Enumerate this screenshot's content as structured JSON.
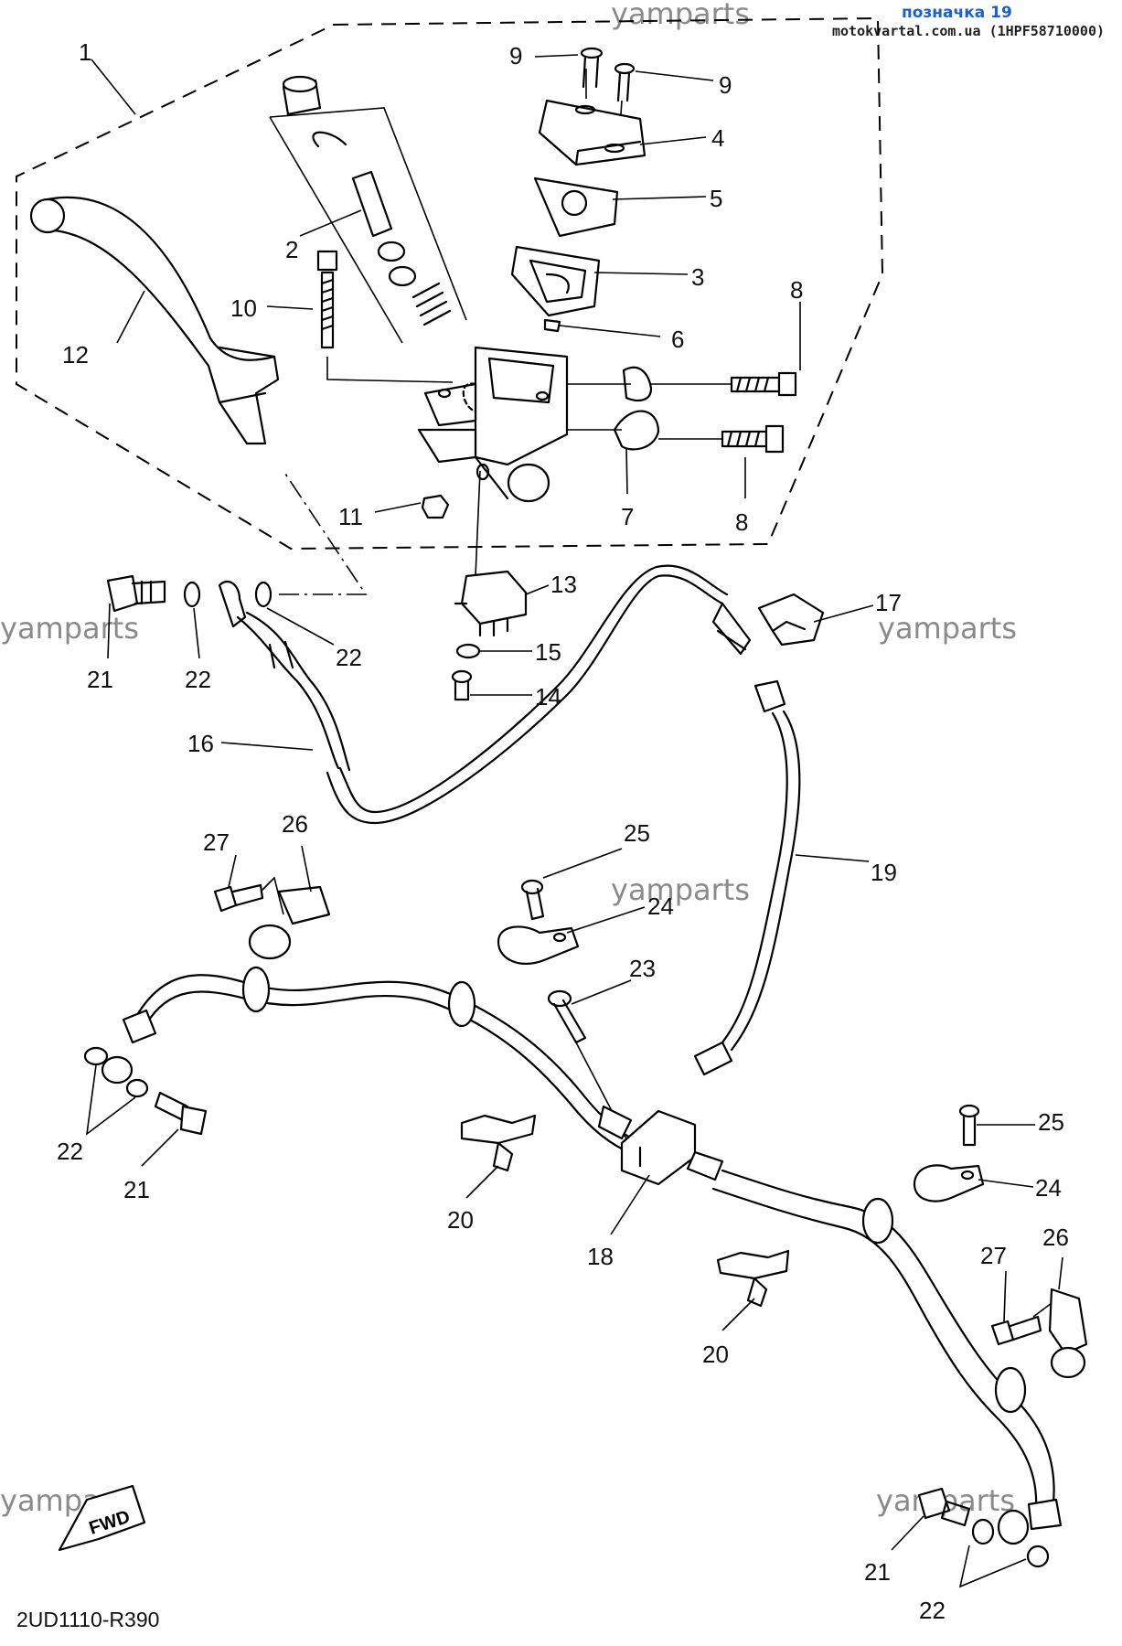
{
  "header": {
    "tag": "позначка 19",
    "source": "motokvartal.com.ua (1HPF58710000)"
  },
  "watermark": "yamparts",
  "diagram_code": "2UD1110-R390",
  "fwd_label": "FWD",
  "callouts": [
    {
      "id": "c1",
      "text": "1"
    },
    {
      "id": "c2",
      "text": "2"
    },
    {
      "id": "c3",
      "text": "3"
    },
    {
      "id": "c4",
      "text": "4"
    },
    {
      "id": "c5",
      "text": "5"
    },
    {
      "id": "c6",
      "text": "6"
    },
    {
      "id": "c7",
      "text": "7"
    },
    {
      "id": "c8a",
      "text": "8"
    },
    {
      "id": "c8b",
      "text": "8"
    },
    {
      "id": "c9a",
      "text": "9"
    },
    {
      "id": "c9b",
      "text": "9"
    },
    {
      "id": "c10",
      "text": "10"
    },
    {
      "id": "c11",
      "text": "11"
    },
    {
      "id": "c12",
      "text": "12"
    },
    {
      "id": "c13",
      "text": "13"
    },
    {
      "id": "c14",
      "text": "14"
    },
    {
      "id": "c15",
      "text": "15"
    },
    {
      "id": "c16",
      "text": "16"
    },
    {
      "id": "c17",
      "text": "17"
    },
    {
      "id": "c18",
      "text": "18"
    },
    {
      "id": "c19",
      "text": "19"
    },
    {
      "id": "c20a",
      "text": "20"
    },
    {
      "id": "c20b",
      "text": "20"
    },
    {
      "id": "c21a",
      "text": "21"
    },
    {
      "id": "c21b",
      "text": "21"
    },
    {
      "id": "c21c",
      "text": "21"
    },
    {
      "id": "c22a",
      "text": "22"
    },
    {
      "id": "c22b",
      "text": "22"
    },
    {
      "id": "c22c",
      "text": "22"
    },
    {
      "id": "c22d",
      "text": "22"
    },
    {
      "id": "c23",
      "text": "23"
    },
    {
      "id": "c24a",
      "text": "24"
    },
    {
      "id": "c24b",
      "text": "24"
    },
    {
      "id": "c25a",
      "text": "25"
    },
    {
      "id": "c25b",
      "text": "25"
    },
    {
      "id": "c26a",
      "text": "26"
    },
    {
      "id": "c26b",
      "text": "26"
    },
    {
      "id": "c27a",
      "text": "27"
    },
    {
      "id": "c27b",
      "text": "27"
    }
  ]
}
